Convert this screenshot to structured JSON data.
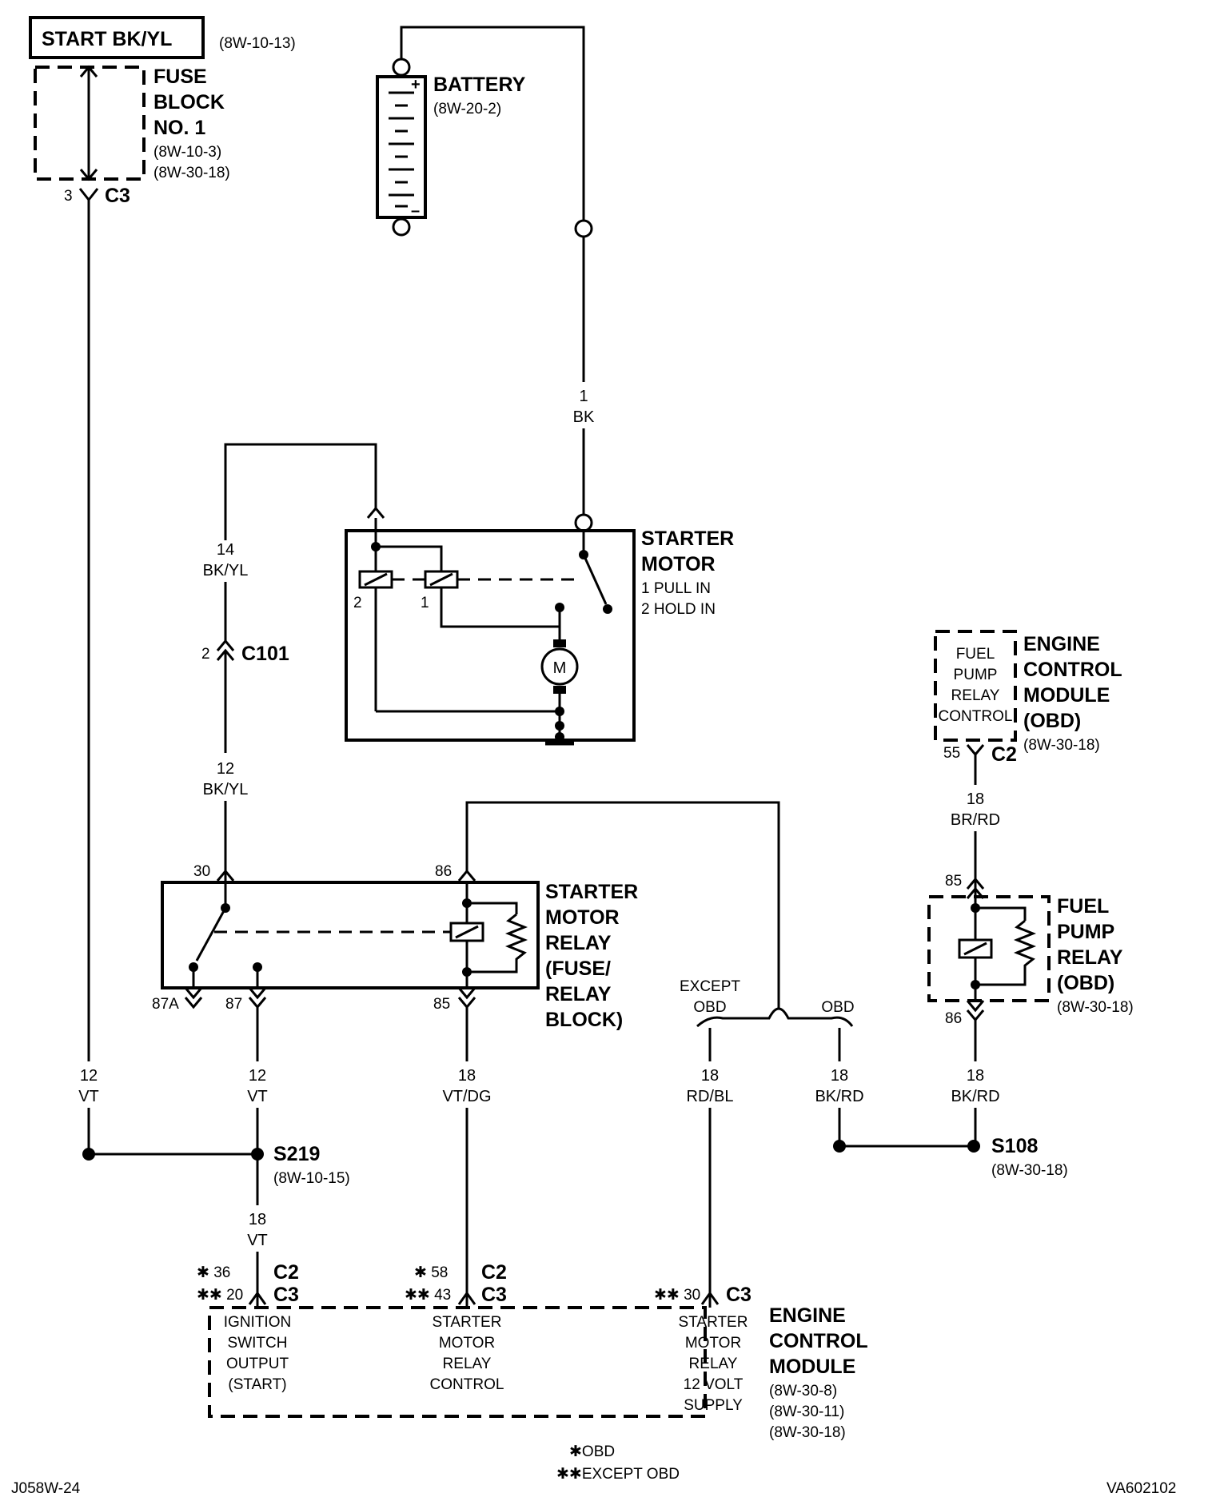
{
  "start": {
    "label": "START BK/YL",
    "ref": "(8W-10-13)"
  },
  "fuse_block": {
    "l1": "FUSE",
    "l2": "BLOCK",
    "l3": "NO. 1",
    "ref1": "(8W-10-3)",
    "ref2": "(8W-30-18)",
    "pin": "3",
    "conn": "C3"
  },
  "battery": {
    "label": "BATTERY",
    "ref": "(8W-20-2)",
    "plus": "+",
    "minus": "–"
  },
  "wires": {
    "bat_cable": {
      "gauge": "1",
      "color": "BK"
    },
    "start_14": {
      "gauge": "14",
      "color": "BK/YL"
    },
    "start_12": {
      "gauge": "12",
      "color": "BK/YL"
    },
    "left_vt": {
      "gauge": "12",
      "color": "VT"
    },
    "mid_vt": {
      "gauge": "12",
      "color": "VT"
    },
    "s219_vt": {
      "gauge": "18",
      "color": "VT"
    },
    "vtdg": {
      "gauge": "18",
      "color": "VT/DG"
    },
    "rdbl": {
      "gauge": "18",
      "color": "RD/BL"
    },
    "bkrd_a": {
      "gauge": "18",
      "color": "BK/RD"
    },
    "bkrd_b": {
      "gauge": "18",
      "color": "BK/RD"
    },
    "brrd": {
      "gauge": "18",
      "color": "BR/RD"
    }
  },
  "c101": {
    "pin": "2",
    "label": "C101"
  },
  "starter_motor": {
    "l1": "STARTER",
    "l2": "MOTOR",
    "l3": "1 PULL IN",
    "l4": "2 HOLD IN",
    "pin2": "2",
    "pin1": "1",
    "motor": "M"
  },
  "relay": {
    "l1": "STARTER",
    "l2": "MOTOR",
    "l3": "RELAY",
    "l4": "(FUSE/",
    "l5": "RELAY",
    "l6": "BLOCK)",
    "p30": "30",
    "p86": "86",
    "p87a": "87A",
    "p87": "87",
    "p85": "85"
  },
  "ecm_top": {
    "box1": "FUEL",
    "box2": "PUMP",
    "box3": "RELAY",
    "box4": "CONTROL",
    "l1": "ENGINE",
    "l2": "CONTROL",
    "l3": "MODULE",
    "l4": "(OBD)",
    "ref": "(8W-30-18)",
    "pin": "55",
    "conn": "C2"
  },
  "fuel_relay": {
    "l1": "FUEL",
    "l2": "PUMP",
    "l3": "RELAY",
    "l4": "(OBD)",
    "ref": "(8W-30-18)",
    "p85": "85",
    "p86": "86"
  },
  "branch": {
    "except1": "EXCEPT",
    "except2": "OBD",
    "obd": "OBD"
  },
  "s219": {
    "label": "S219",
    "ref": "(8W-10-15)"
  },
  "s108": {
    "label": "S108",
    "ref": "(8W-30-18)"
  },
  "ecm_bottom": {
    "pin_a1": "✱ 36",
    "conn_a1": "C2",
    "pin_a2": "✱✱ 20",
    "conn_a2": "C3",
    "pin_b1": "✱ 58",
    "conn_b1": "C2",
    "pin_b2": "✱✱ 43",
    "conn_b2": "C3",
    "pin_c": "✱✱ 30",
    "conn_c": "C3",
    "ign1": "IGNITION",
    "ign2": "SWITCH",
    "ign3": "OUTPUT",
    "ign4": "(START)",
    "src1": "STARTER",
    "src2": "MOTOR",
    "src3": "RELAY",
    "src4": "CONTROL",
    "sup1": "STARTER",
    "sup2": "MOTOR",
    "sup3": "RELAY",
    "sup4": "12 VOLT",
    "sup5": "SUPPLY",
    "l1": "ENGINE",
    "l2": "CONTROL",
    "l3": "MODULE",
    "ref1": "(8W-30-8)",
    "ref2": "(8W-30-11)",
    "ref3": "(8W-30-18)"
  },
  "legend": {
    "obd": "✱OBD",
    "except": "✱✱EXCEPT OBD"
  },
  "footer": {
    "left": "J058W-24",
    "right": "VA602102"
  }
}
